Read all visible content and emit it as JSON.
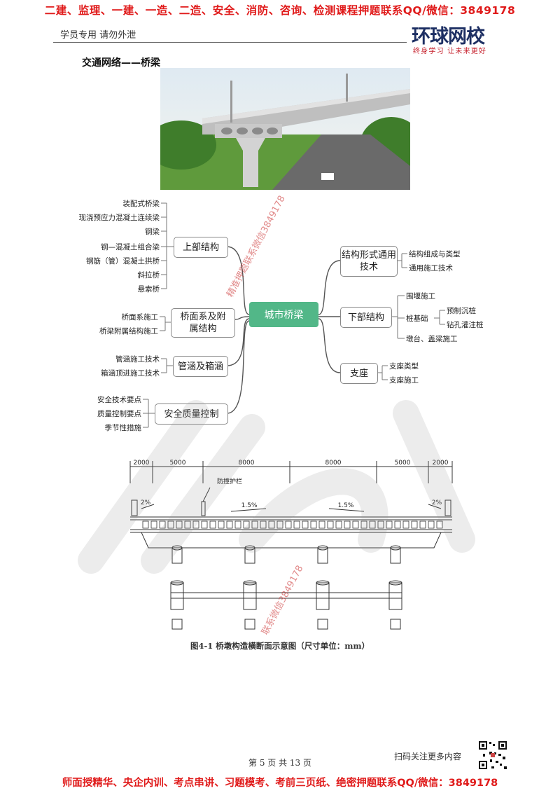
{
  "header": {
    "top_banner": "二建、监理、一建、一造、二造、安全、消防、咨询、检测课程押题联系QQ/微信：3849178",
    "note": "学员专用 请勿外泄",
    "logo_name": "环球网校",
    "logo_slogan": "终身学习 让未来更好"
  },
  "section_title": "交通网络——桥梁",
  "mindmap": {
    "center": "城市桥梁",
    "left_branches": [
      {
        "label": "上部结构",
        "leaves": [
          "装配式桥梁",
          "现浇预应力混凝土连续梁",
          "钢梁",
          "钢—混凝土组合梁",
          "钢筋（管）混凝土拱桥",
          "斜拉桥",
          "悬索桥"
        ]
      },
      {
        "label": "桥面系及附属结构",
        "leaves": [
          "桥面系施工",
          "桥梁附属结构施工"
        ]
      },
      {
        "label": "管涵及箱涵",
        "leaves": [
          "管涵施工技术",
          "箱涵顶进施工技术"
        ]
      },
      {
        "label": "安全质量控制",
        "leaves": [
          "安全技术要点",
          "质量控制要点",
          "季节性措施"
        ]
      }
    ],
    "right_branches": [
      {
        "label": "结构形式通用技术",
        "leaves": [
          "结构组成与类型",
          "通用施工技术"
        ]
      },
      {
        "label": "下部结构",
        "leaves": [
          "围堰施工",
          "桩基础",
          "墩台、盖梁施工"
        ],
        "sub_leaves": [
          "预制沉桩",
          "钻孔灌注桩"
        ]
      },
      {
        "label": "支座",
        "leaves": [
          "支座类型",
          "支座施工"
        ]
      }
    ]
  },
  "drawing": {
    "dimensions": [
      "2000",
      "5000",
      "8000",
      "8000",
      "5000",
      "2000"
    ],
    "guardrail_label": "防撞护栏",
    "slopes": [
      "2%",
      "1.5%",
      "1.5%",
      "2%"
    ],
    "caption": "图4-1  桥墩构造横断面示意图（尺寸单位：mm）"
  },
  "watermarks": {
    "w1": "精准押题联系微信3849178",
    "w2": "联系微信3849178"
  },
  "footer": {
    "page_number": "第 5 页 共 13 页",
    "scan_note": "扫码关注更多内容",
    "bottom_banner": "师面授精华、央企内训、考点串讲、习题模考、考前三页纸、绝密押题联系QQ/微信：3849178"
  }
}
